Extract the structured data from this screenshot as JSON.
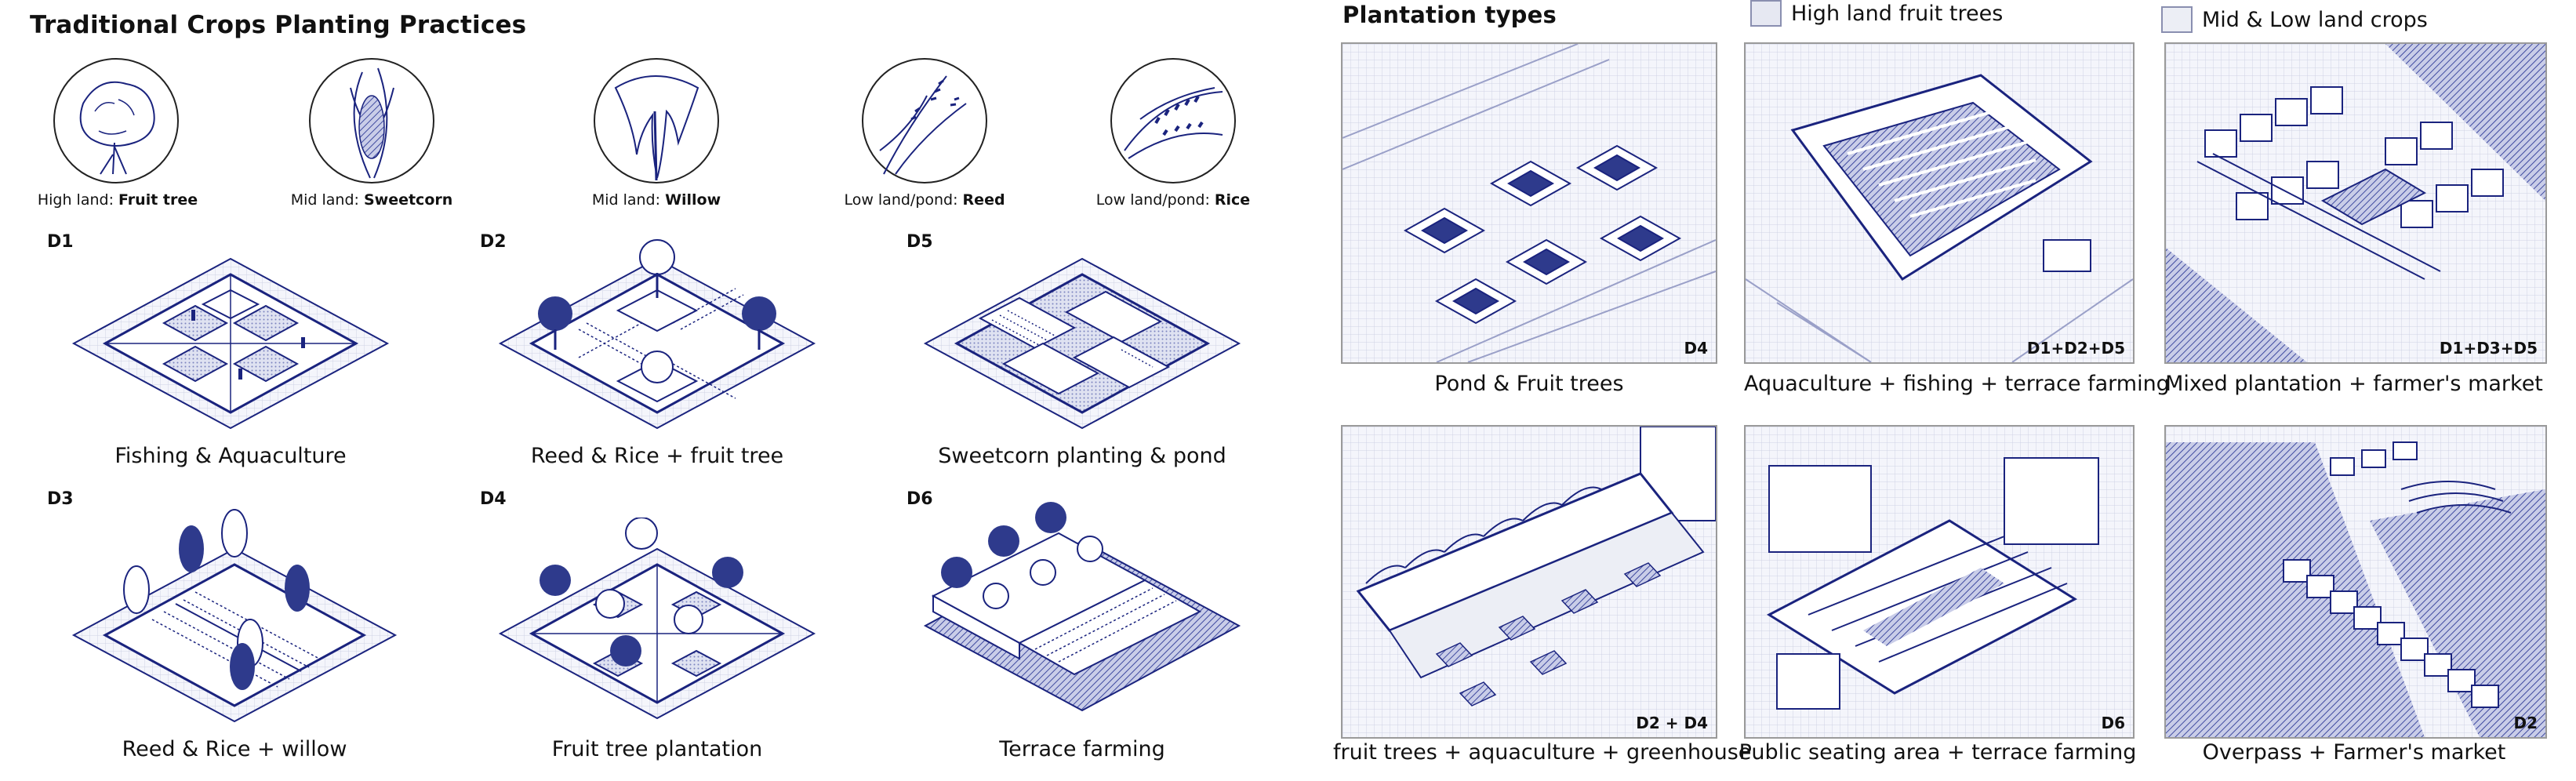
{
  "left": {
    "title": "Traditional Crops Planting Practices",
    "crops": [
      {
        "prefix": "High land: ",
        "name": "Fruit tree"
      },
      {
        "prefix": "Mid land: ",
        "name": "Sweetcorn"
      },
      {
        "prefix": "Mid land: ",
        "name": "Willow"
      },
      {
        "prefix": "Low land/pond: ",
        "name": "Reed"
      },
      {
        "prefix": "Low land/pond: ",
        "name": "Rice"
      }
    ],
    "diagrams": [
      {
        "code": "D1",
        "caption": "Fishing & Aquaculture"
      },
      {
        "code": "D2",
        "caption": "Reed & Rice + fruit tree"
      },
      {
        "code": "D5",
        "caption": "Sweetcorn planting & pond"
      },
      {
        "code": "D3",
        "caption": "Reed & Rice + willow"
      },
      {
        "code": "D4",
        "caption": "Fruit tree plantation"
      },
      {
        "code": "D6",
        "caption": "Terrace farming"
      }
    ]
  },
  "right": {
    "title": "Plantation types",
    "legend": [
      {
        "label": "High land fruit trees"
      },
      {
        "label": "Mid & Low land crops"
      }
    ],
    "panels": [
      {
        "tag": "D4",
        "caption": "Pond & Fruit trees"
      },
      {
        "tag": "D1+D2+D5",
        "caption": "Aquaculture + fishing + terrace farming"
      },
      {
        "tag": "D1+D3+D5",
        "caption": "Mixed plantation + farmer's market"
      },
      {
        "tag": "D2 + D4",
        "caption": "fruit trees + aquaculture + greenhouse"
      },
      {
        "tag": "D6",
        "caption": "Public seating area + terrace farming"
      },
      {
        "tag": "D2",
        "caption": "Overpass + Farmer's market"
      }
    ]
  },
  "colors": {
    "ink": "#1a237e",
    "navy_fill": "#2e3a8c",
    "hatch": "#5c67b5",
    "pale": "#e6e8f2"
  }
}
